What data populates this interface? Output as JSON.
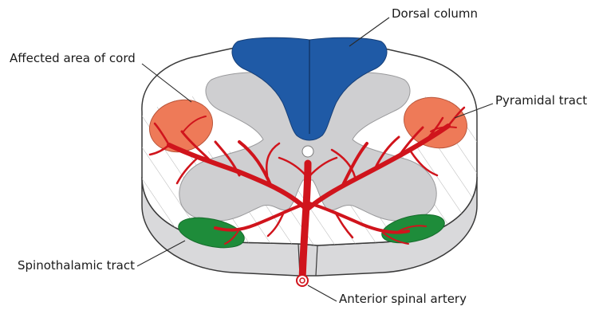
{
  "labels": {
    "dorsal_column": "Dorsal column",
    "affected_area": "Affected area of cord",
    "pyramidal_tract": "Pyramidal tract",
    "spinothalamic_tract": "Spinothalamic tract",
    "anterior_spinal_artery": "Anterior spinal artery"
  },
  "colors": {
    "dorsal_column": "#1f5aa6",
    "grey_matter": "#cfcfd1",
    "white_matter": "#ffffff",
    "cord_side": "#d9d9db",
    "outline": "#3a3a3a",
    "pyramidal_tract": "#ee7a58",
    "spinothalamic_tract": "#1e8c3a",
    "artery": "#d0141c",
    "hatching": "#b5b5b5"
  }
}
